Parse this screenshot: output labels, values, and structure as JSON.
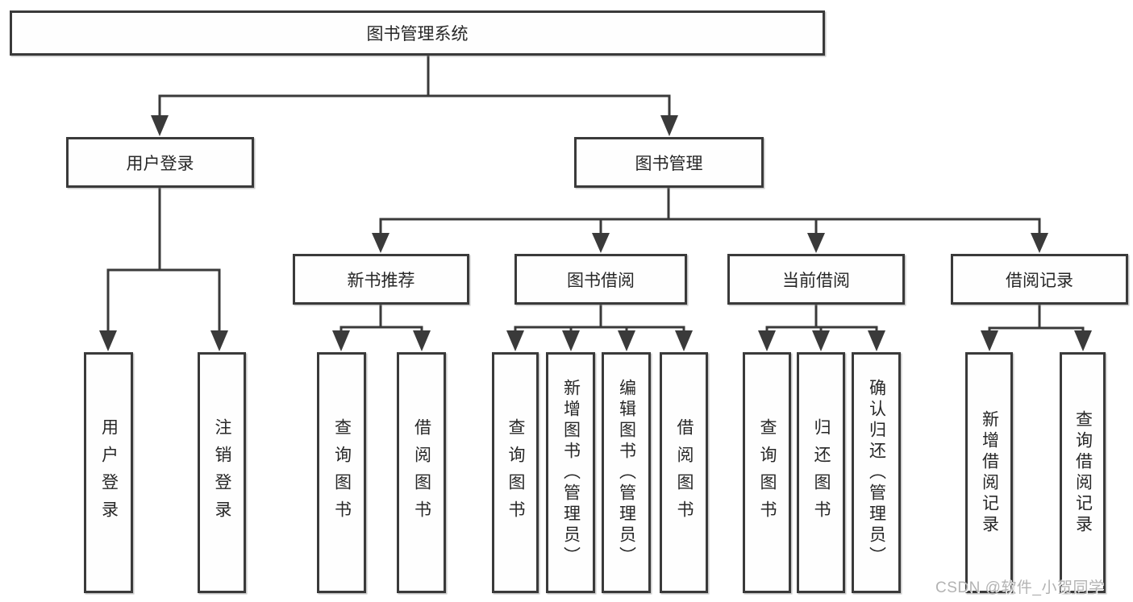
{
  "diagram": {
    "watermark": "CSDN @软件_小贺同学",
    "colors": {
      "line": "#3a3a3a",
      "text": "#272727",
      "box_bg": "#fefefe",
      "watermark": "#b3b3b3"
    },
    "tree": {
      "root": {
        "label": "图书管理系统",
        "children": [
          {
            "label": "用户登录",
            "children": [
              {
                "label": "用户登录"
              },
              {
                "label": "注销登录"
              }
            ]
          },
          {
            "label": "图书管理",
            "children": [
              {
                "label": "新书推荐",
                "children": [
                  {
                    "label": "查询图书"
                  },
                  {
                    "label": "借阅图书"
                  }
                ]
              },
              {
                "label": "图书借阅",
                "children": [
                  {
                    "label": "查询图书"
                  },
                  {
                    "label": "新增图书（管理员）"
                  },
                  {
                    "label": "编辑图书（管理员）"
                  },
                  {
                    "label": "借阅图书"
                  }
                ]
              },
              {
                "label": "当前借阅",
                "children": [
                  {
                    "label": "查询图书"
                  },
                  {
                    "label": "归还图书"
                  },
                  {
                    "label": "确认归还（管理员）"
                  }
                ]
              },
              {
                "label": "借阅记录",
                "children": [
                  {
                    "label": "新增借阅记录"
                  },
                  {
                    "label": "查询借阅记录"
                  }
                ]
              }
            ]
          }
        ]
      }
    }
  }
}
